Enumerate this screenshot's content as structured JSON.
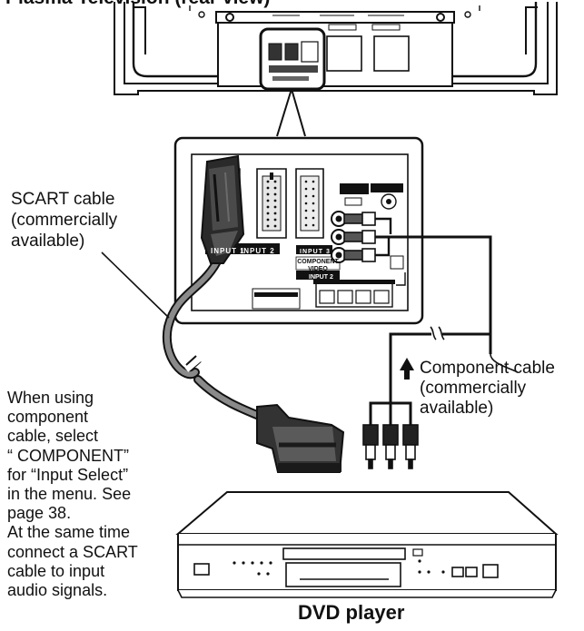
{
  "title": "Plasma Television (rear view)",
  "labels": {
    "scart_cable": [
      "SCART cable",
      "(commercially",
      "available)"
    ],
    "component_cable": [
      "Component cable",
      "(commercially",
      "available)"
    ],
    "note": [
      "When using",
      "component",
      "cable, select",
      "“ COMPONENT”",
      "for “Input Select”",
      "in the menu. See",
      "page 38.",
      "At the same time",
      "connect a SCART",
      "cable to input",
      "audio signals."
    ],
    "dvd_player": "DVD player",
    "panel_input1": "INPUT 1",
    "panel_input2": "INPUT 2",
    "panel_input3": "INPUT 3",
    "panel_component_video": [
      "COMPONENT",
      "VIDEO"
    ],
    "panel_input2_bottom": "INPUT 2"
  },
  "icons": [
    "arrow-up-icon",
    "scart-plug-icon",
    "rca-plug-icon",
    "cable-break-icon"
  ]
}
